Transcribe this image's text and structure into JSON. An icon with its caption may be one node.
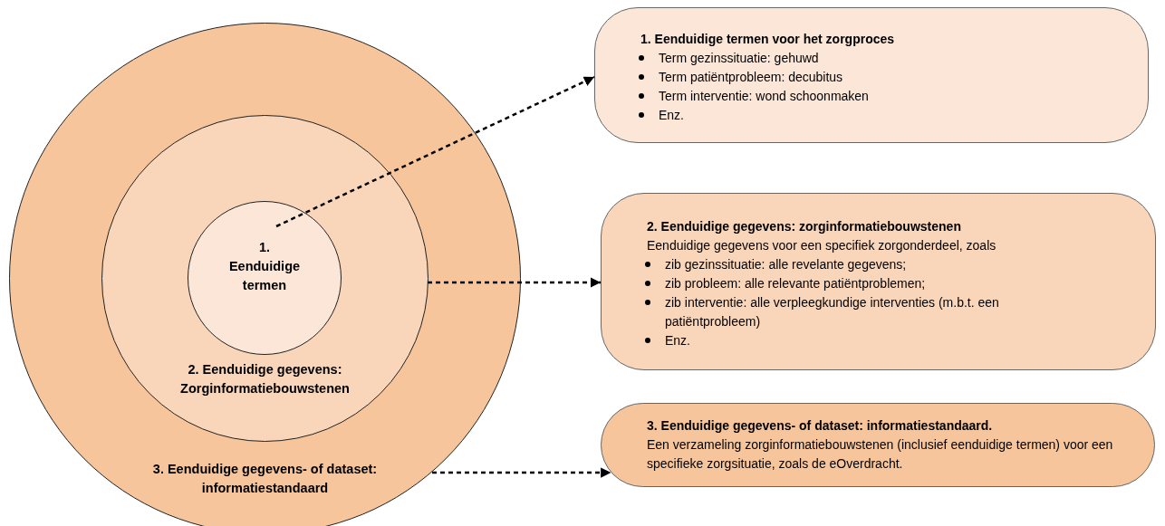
{
  "diagram": {
    "nodes": [
      {
        "text": [
          "3. Eenduidige gegevens- of dataset: informatiestandaard"
        ]
      },
      {
        "text": [
          "2. Eenduidige gegevens: Zorginformatiebouwstenen"
        ],
        "in": 0
      },
      {
        "text": [
          "1. Eenduidige termen"
        ],
        "in": 1
      },
      {
        "text": [
          "1. Eenduidige termen voor het zorgproces",
          "Term gezinssituatie: gehuwd",
          "Term patiëntprobleem: decubitus",
          "Term interventie: wond schoonmaken",
          "Enz."
        ]
      },
      {
        "text": [
          "2. Eenduidige gegevens: zorginformatiebouwstenen",
          "Eenduidige gegevens voor een specifiek zorgonderdeel, zoals",
          "zib gezinssituatie: alle revelante gegevens;",
          "zib probleem: alle relevante patiëntproblemen;",
          "zib interventie: alle verpleegkundige interventies (m.b.t. een patiëntprobleem)",
          "Enz."
        ]
      },
      {
        "text": [
          "3. Eenduidige gegevens- of dataset: informatiestandaard.",
          "Een verzameling zorginformatiebouwstenen (inclusief eenduidige termen) voor een specifieke zorgsituatie, zoals de eOverdracht."
        ]
      }
    ],
    "edges": [
      {
        "from": 2,
        "to": 3,
        "arrow": "to",
        "style": "dashed"
      },
      {
        "from": 1,
        "to": 4,
        "arrow": "to",
        "style": "dashed"
      },
      {
        "from": 0,
        "to": 5,
        "arrow": "to",
        "style": "dashed"
      }
    ]
  }
}
